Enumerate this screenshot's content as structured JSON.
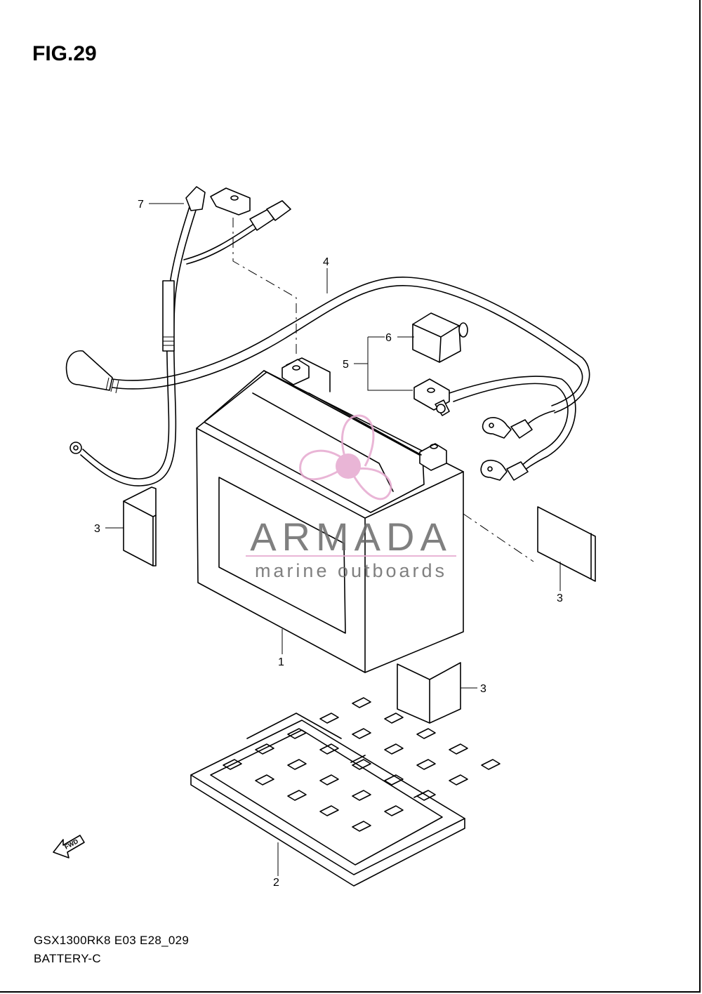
{
  "figure": {
    "title": "FIG.29"
  },
  "callouts": [
    {
      "id": "1",
      "label": "1"
    },
    {
      "id": "2",
      "label": "2"
    },
    {
      "id": "3a",
      "label": "3"
    },
    {
      "id": "3b",
      "label": "3"
    },
    {
      "id": "3c",
      "label": "3"
    },
    {
      "id": "4",
      "label": "4"
    },
    {
      "id": "5",
      "label": "5"
    },
    {
      "id": "6",
      "label": "6"
    },
    {
      "id": "7",
      "label": "7"
    }
  ],
  "fwd_label": "FWD",
  "watermark": {
    "brand": "ARMADA",
    "tagline": "marine outboards",
    "color": "#e6a9cf"
  },
  "footer": {
    "code": "GSX1300RK8 E03 E28_029",
    "name": "BATTERY-C"
  }
}
